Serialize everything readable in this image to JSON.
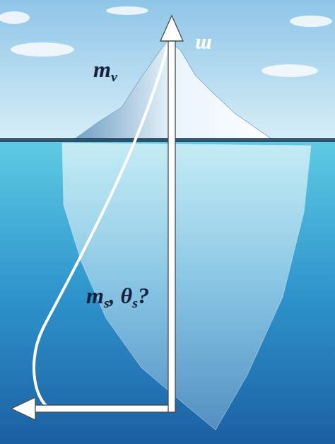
{
  "diagram": {
    "labels": [
      "m",
      "mν",
      "ms, θs?"
    ]
  }
}
